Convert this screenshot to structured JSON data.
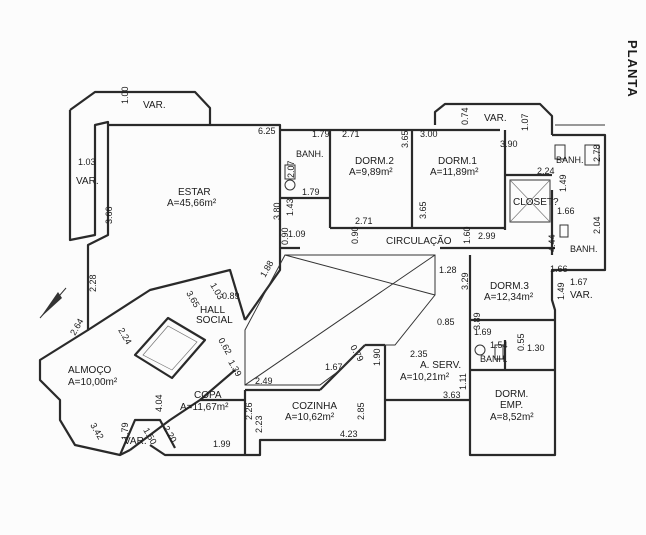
{
  "sheet_title": "PLANTA",
  "rooms": [
    {
      "id": "estar",
      "name": "ESTAR",
      "area": "A=45,66m²"
    },
    {
      "id": "dorm2",
      "name": "DORM.2",
      "area": "A=9,89m²"
    },
    {
      "id": "dorm1",
      "name": "DORM.1",
      "area": "A=11,89m²"
    },
    {
      "id": "closet",
      "name": "CLOSET?",
      "area": ""
    },
    {
      "id": "circulacao",
      "name": "CIRCULAÇÃO",
      "area": ""
    },
    {
      "id": "hall",
      "name": "HALL",
      "area": "SOCIAL"
    },
    {
      "id": "dorm3",
      "name": "DORM.3",
      "area": "A=12,34m²"
    },
    {
      "id": "almoco",
      "name": "ALMOÇO",
      "area": "A=10,00m²"
    },
    {
      "id": "copa",
      "name": "COPA",
      "area": "A=11,67m²"
    },
    {
      "id": "cozinha",
      "name": "COZINHA",
      "area": "A=10,62m²"
    },
    {
      "id": "aserv",
      "name": "A. SERV.",
      "area": "A=10,21m²"
    },
    {
      "id": "dormemp",
      "name": "DORM.",
      "area": "EMP."
    },
    {
      "id": "dormemp_area",
      "name": "A=8,52m²",
      "area": ""
    }
  ],
  "labels": {
    "var_top": "VAR.",
    "var_left": "VAR.",
    "var_topright": "VAR.",
    "var_right": "VAR.",
    "var_bottom": "VAR.",
    "banh_1": "BANH.",
    "banh_2": "BANH.",
    "banh_3": "BANH.",
    "banh_4": "BANH."
  },
  "dimensions": [
    "1.00",
    "1.03",
    "3.66",
    "2.28",
    "2.64",
    "6.25",
    "1.79",
    "2.71",
    "3.65",
    "3.00",
    "0.74",
    "1.07",
    "3.90",
    "2.78",
    "2.24",
    "1.49",
    "2.07",
    "1.79",
    "1.43",
    "3.80",
    "2.71",
    "3.65",
    "0.90",
    "1.09",
    "0.90",
    "1.60",
    "2.99",
    "1.66",
    "2.04",
    "4.44",
    "1.66",
    "1.67",
    "1.49",
    "1.28",
    "3.29",
    "1.88",
    "3.65",
    "1.03",
    "0.89",
    "2.24",
    "0.62",
    "1.39",
    "2.49",
    "1.67",
    "0.79",
    "1.90",
    "2.35",
    "0.85",
    "3.89",
    "1.69",
    "1.54",
    "0.55",
    "1.30",
    "1.11",
    "4.04",
    "3.42",
    "1.79",
    "1.50",
    "2.20",
    "1.99",
    "2.26",
    "2.23",
    "2.85",
    "4.23",
    "3.63"
  ]
}
